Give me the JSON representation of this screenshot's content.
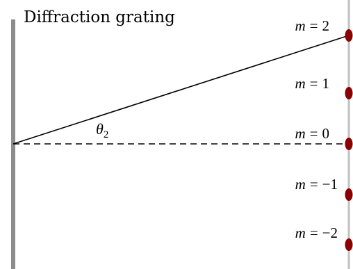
{
  "title": "Diffraction grating",
  "angle_symbol": "θ",
  "angle_subscript": "2",
  "orders": [
    {
      "symbol": "m",
      "equals": "=",
      "value": "2"
    },
    {
      "symbol": "m",
      "equals": "=",
      "value": "1"
    },
    {
      "symbol": "m",
      "equals": "=",
      "value": "0"
    },
    {
      "symbol": "m",
      "equals": "=",
      "value": "−1"
    },
    {
      "symbol": "m",
      "equals": "=",
      "value": "−2"
    }
  ],
  "colors": {
    "grating": "#8c8c8c",
    "screen": "#c0c0c0",
    "ray": "#000000",
    "spot": "#8b0000"
  }
}
